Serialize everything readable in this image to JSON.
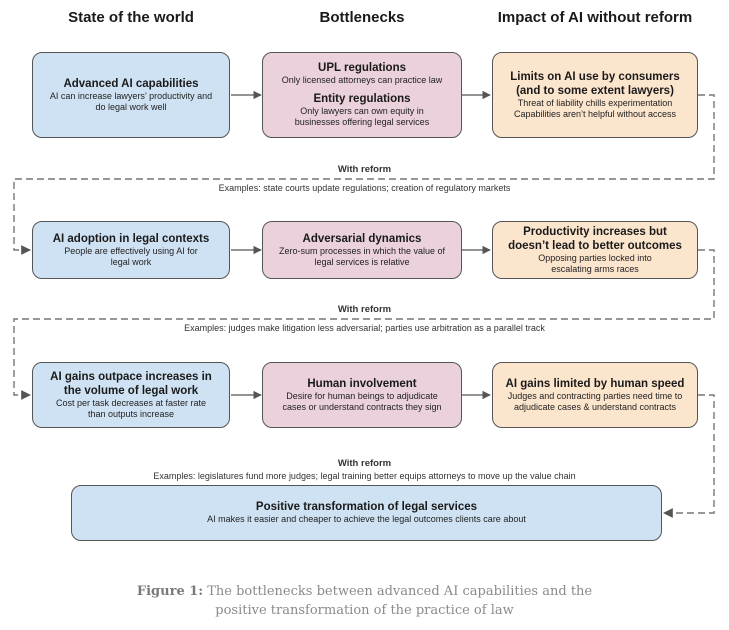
{
  "headers": {
    "col1": "State of the world",
    "col2": "Bottlenecks",
    "col3": "Impact of AI without reform"
  },
  "rows": [
    {
      "state": {
        "title": "Advanced AI capabilities",
        "sub": "AI can increase lawyers’ productivity and do legal work well"
      },
      "bottleneck": {
        "title": "UPL regulations",
        "sub": "Only licensed attorneys can practice law",
        "title2": "Entity regulations",
        "sub2": "Only lawyers can own equity in businesses offering legal services"
      },
      "impact": {
        "title": "Limits on AI use by consumers (and to some extent lawyers)",
        "sub": "Threat of liability chills experimentation Capabilities aren’t helpful without access"
      }
    },
    {
      "state": {
        "title": "AI adoption in legal contexts",
        "sub": "People are effectively using AI for legal work"
      },
      "bottleneck": {
        "title": "Adversarial dynamics",
        "sub": "Zero-sum processes in which the value of legal services is relative"
      },
      "impact": {
        "title": "Productivity increases but doesn’t lead to better outcomes",
        "sub": "Opposing parties locked into escalating arms races"
      }
    },
    {
      "state": {
        "title": "AI gains outpace increases in the volume of legal work",
        "sub": "Cost per task decreases at faster rate than outputs increase"
      },
      "bottleneck": {
        "title": "Human involvement",
        "sub": "Desire for human beings to adjudicate cases or understand contracts they sign"
      },
      "impact": {
        "title": "AI gains limited by human speed",
        "sub": "Judges and contracting parties need time to adjudicate cases & understand contracts"
      }
    }
  ],
  "reforms": [
    {
      "label": "With reform",
      "examples": "Examples: state courts update regulations; creation of regulatory markets"
    },
    {
      "label": "With reform",
      "examples": "Examples: judges make litigation less adversarial; parties use arbitration as a parallel track"
    },
    {
      "label": "With reform",
      "examples": "Examples: legislatures fund more judges; legal training better equips attorneys to move up the value chain"
    }
  ],
  "final": {
    "title": "Positive transformation of legal services",
    "sub": "AI makes it easier and cheaper to achieve the legal outcomes clients care about"
  },
  "caption": {
    "label": "Figure 1:",
    "line1": "The bottlenecks between advanced AI capabilities and the",
    "line2": "positive transformation of the practice of law"
  },
  "colors": {
    "state": "#cfe2f3",
    "bottleneck": "#ead1dc",
    "impact": "#fce5cd",
    "connector": "#555555"
  }
}
